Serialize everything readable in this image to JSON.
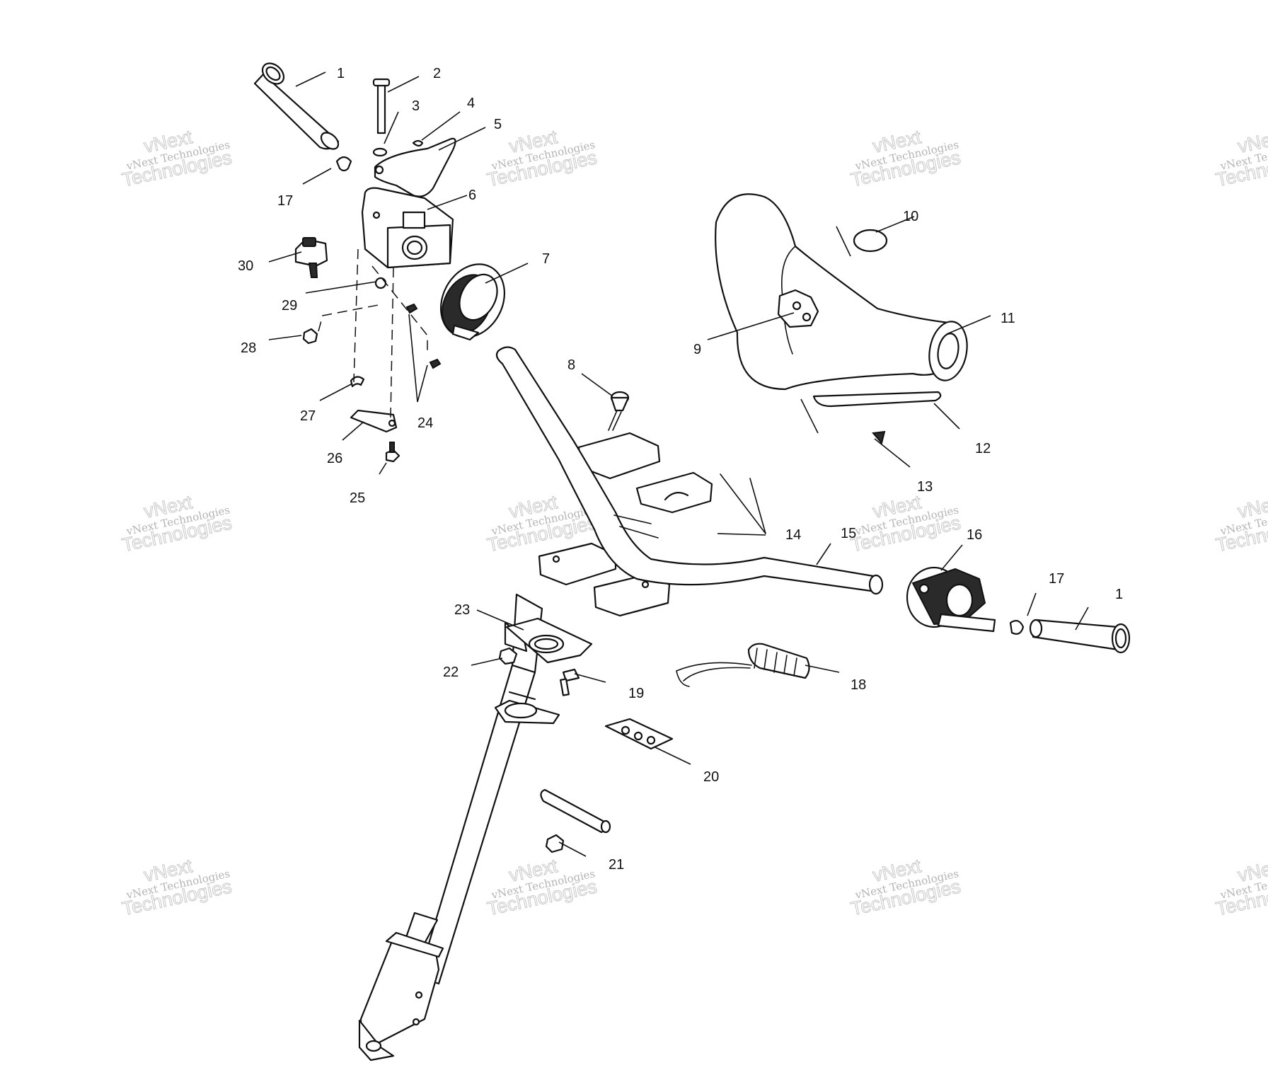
{
  "callouts": [
    {
      "id": "c1a",
      "label": "1"
    },
    {
      "id": "c2",
      "label": "2"
    },
    {
      "id": "c3",
      "label": "3"
    },
    {
      "id": "c4",
      "label": "4"
    },
    {
      "id": "c5",
      "label": "5"
    },
    {
      "id": "c6",
      "label": "6"
    },
    {
      "id": "c7",
      "label": "7"
    },
    {
      "id": "c8",
      "label": "8"
    },
    {
      "id": "c9",
      "label": "9"
    },
    {
      "id": "c10",
      "label": "10"
    },
    {
      "id": "c11",
      "label": "11"
    },
    {
      "id": "c12",
      "label": "12"
    },
    {
      "id": "c13",
      "label": "13"
    },
    {
      "id": "c14",
      "label": "14"
    },
    {
      "id": "c15",
      "label": "15"
    },
    {
      "id": "c16",
      "label": "16"
    },
    {
      "id": "c17a",
      "label": "17"
    },
    {
      "id": "c17b",
      "label": "17"
    },
    {
      "id": "c1b",
      "label": "1"
    },
    {
      "id": "c18",
      "label": "18"
    },
    {
      "id": "c19",
      "label": "19"
    },
    {
      "id": "c20",
      "label": "20"
    },
    {
      "id": "c21",
      "label": "21"
    },
    {
      "id": "c22",
      "label": "22"
    },
    {
      "id": "c23",
      "label": "23"
    },
    {
      "id": "c24",
      "label": "24"
    },
    {
      "id": "c25",
      "label": "25"
    },
    {
      "id": "c26",
      "label": "26"
    },
    {
      "id": "c27",
      "label": "27"
    },
    {
      "id": "c28",
      "label": "28"
    },
    {
      "id": "c29",
      "label": "29"
    },
    {
      "id": "c30",
      "label": "30"
    }
  ],
  "watermark": {
    "line_small": "vNext Technologies",
    "line_big_1": "vNext",
    "line_big_2": "Technologies"
  }
}
